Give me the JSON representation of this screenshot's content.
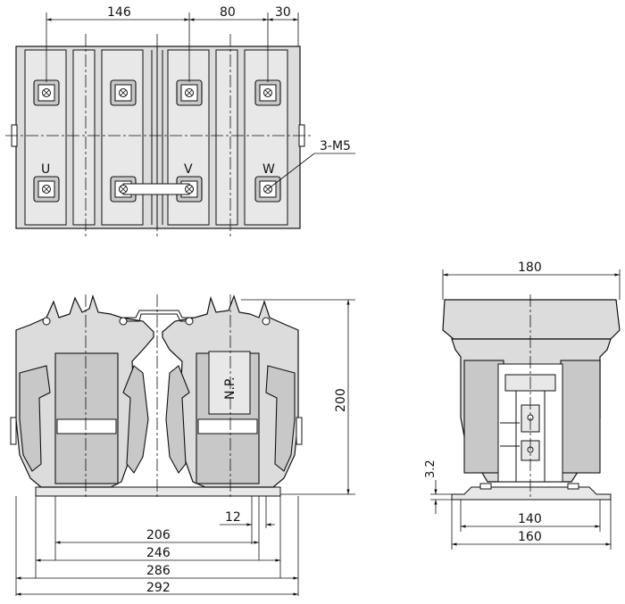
{
  "top_view": {
    "dims": {
      "d1": "146",
      "d2": "80",
      "d3": "30"
    },
    "callout": "3-M5",
    "terminals": {
      "u": "U",
      "v": "V",
      "w": "W"
    }
  },
  "front_view": {
    "nameplate": "N.P.",
    "dims": {
      "height": "200",
      "gap": "12",
      "w1": "206",
      "w2": "246",
      "w3": "286",
      "w4": "292"
    }
  },
  "side_view": {
    "dims": {
      "top": "180",
      "thick": "3.2",
      "w1": "140",
      "w2": "160"
    }
  }
}
